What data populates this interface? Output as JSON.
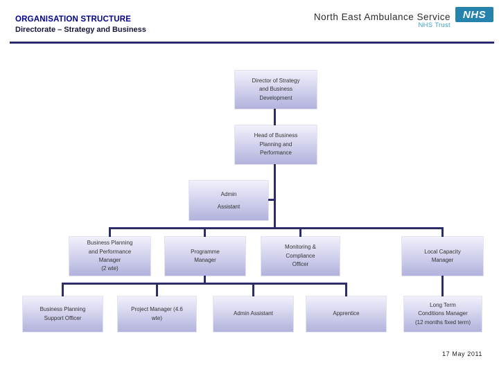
{
  "header": {
    "title": "ORGANISATION STRUCTURE",
    "subtitle": "Directorate – Strategy and Business"
  },
  "brand": {
    "org_name": "North East Ambulance Service",
    "org_type": "NHS Trust",
    "logo_text": "NHS"
  },
  "footer": {
    "date": "17 May 2011"
  },
  "colors": {
    "title_blue": "#00008b",
    "connector_navy": "#2d2d6b",
    "rule_navy": "#2a2a6e",
    "node_gradient_top": "#f1f1fb",
    "node_gradient_bottom": "#b2b2dd",
    "nhs_logo_blue": "#2583ad",
    "nhs_trust_blue": "#3a9fca"
  },
  "nodes": {
    "director": {
      "label": "Director of Strategy\nand Business\nDevelopment"
    },
    "head_business_planning": {
      "label": "Head of Business\nPlanning and\nPerformance"
    },
    "admin_assistant_senior": {
      "label": "Admin\nAssistant"
    },
    "business_planning_manager": {
      "label": "Business Planning\nand Performance\nManager\n(2 wte)"
    },
    "programme_manager": {
      "label": "Programme\nManager"
    },
    "monitoring_compliance_officer": {
      "label": "Monitoring &\nCompliance\nOfficer"
    },
    "local_capacity_manager": {
      "label": "Local Capacity\nManager"
    },
    "business_planning_support_officer": {
      "label": "Business Planning\nSupport Officer"
    },
    "project_manager": {
      "label": "Project Manager (4.6\nwte)"
    },
    "admin_assistant": {
      "label": "Admin Assistant"
    },
    "apprentice": {
      "label": "Apprentice"
    },
    "long_term_conditions_manager": {
      "label": "Long Term\nConditions Manager\n(12 months fixed term)"
    }
  }
}
